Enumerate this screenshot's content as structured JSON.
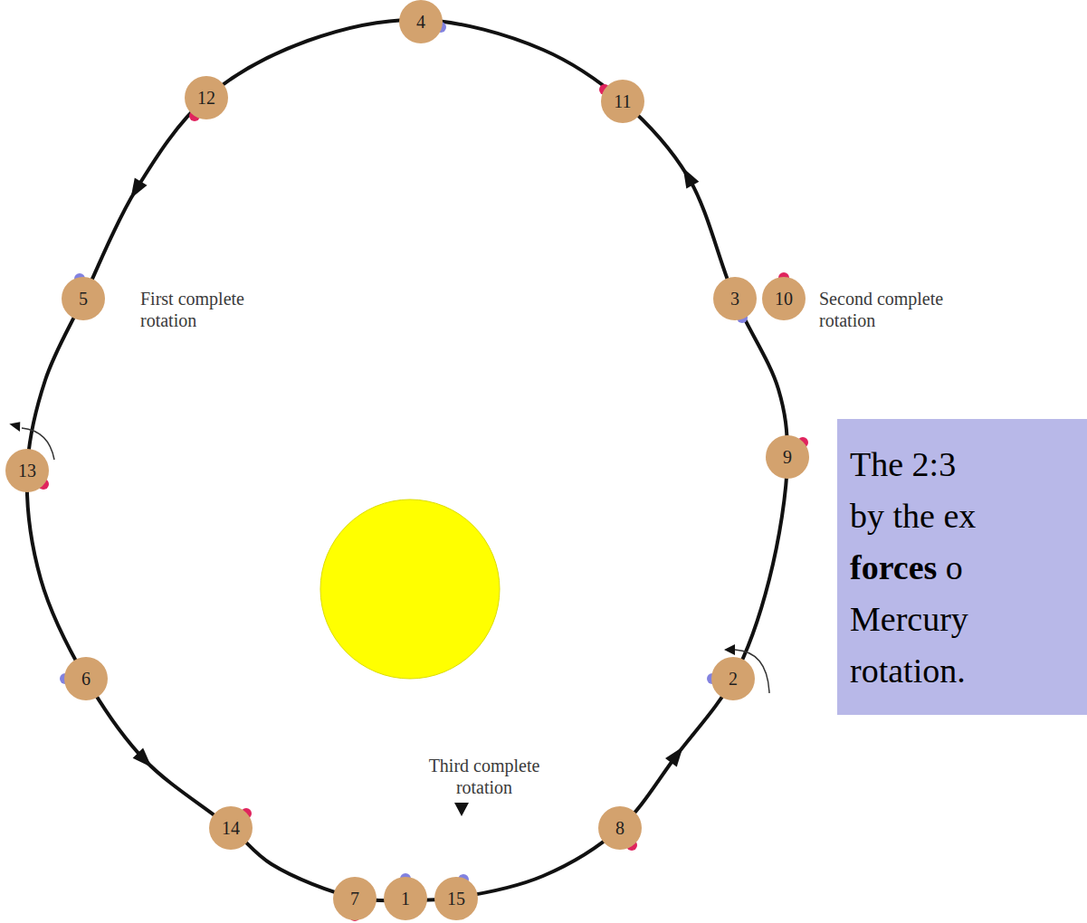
{
  "diagram": {
    "nodes": [
      {
        "text": [
          "4"
        ]
      },
      {
        "text": [
          "12"
        ]
      },
      {
        "text": [
          "11"
        ]
      },
      {
        "text": [
          "5"
        ]
      },
      {
        "text": [
          "3"
        ]
      },
      {
        "text": [
          "10"
        ]
      },
      {
        "text": [
          "The 2:3",
          "by the ex",
          "forces",
          "o",
          "Mercury",
          "rotation."
        ]
      },
      {
        "text": [
          "13"
        ]
      },
      {
        "text": [
          "9"
        ]
      },
      {
        "text": [
          "6"
        ]
      },
      {
        "text": [
          "2"
        ]
      },
      {
        "text": [
          "14"
        ]
      },
      {
        "text": [
          "8"
        ]
      },
      {
        "text": [
          "7"
        ]
      },
      {
        "text": [
          "1"
        ]
      },
      {
        "text": [
          "15"
        ]
      }
    ],
    "labels": [
      "First complete rotation",
      "Second complete rotation",
      "Third complete rotation"
    ]
  }
}
